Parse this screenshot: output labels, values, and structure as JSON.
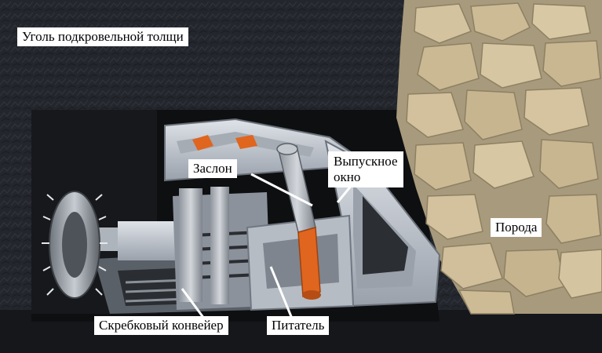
{
  "labels": {
    "coal_layer": "Уголь подкровельной толщи",
    "shutter": "Заслон",
    "discharge_window": "Выпускное\nокно",
    "rock": "Порода",
    "scraper_conveyor": "Скребковый конвейер",
    "feeder": "Питатель"
  },
  "colors": {
    "coal_background": "#1f2228",
    "mined_cavity": "#0d0e10",
    "rock": "#c9b794",
    "support_metal": "#c9ced6",
    "cylinder_accent": "#e0651f",
    "label_background": "#ffffff",
    "leader_line": "#ffffff"
  }
}
